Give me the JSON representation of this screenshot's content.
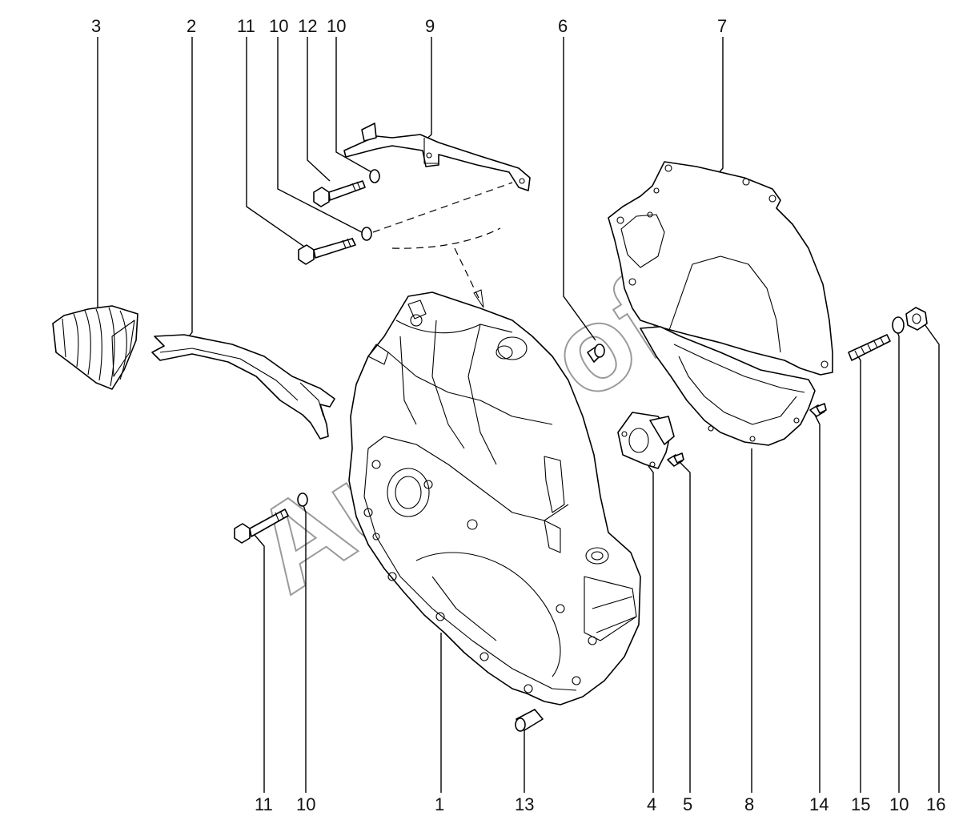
{
  "watermark": "AutoSoft",
  "labels": {
    "top": {
      "l3": "3",
      "l2": "2",
      "l11": "11",
      "l10a": "10",
      "l12": "12",
      "l10b": "10",
      "l9": "9",
      "l6": "6",
      "l7": "7"
    },
    "bottom": {
      "l11": "11",
      "l10": "10",
      "l1": "1",
      "l13": "13",
      "l4": "4",
      "l5": "5",
      "l8": "8",
      "l14": "14",
      "l15": "15",
      "l10c": "10",
      "l16": "16"
    }
  },
  "icons": {
    "part-1": "clutch-housing",
    "part-2": "release-fork",
    "part-3": "rubber-boot",
    "part-4": "guide-sleeve",
    "part-7": "cover-plate",
    "part-8": "lower-shield",
    "part-9": "bracket"
  }
}
